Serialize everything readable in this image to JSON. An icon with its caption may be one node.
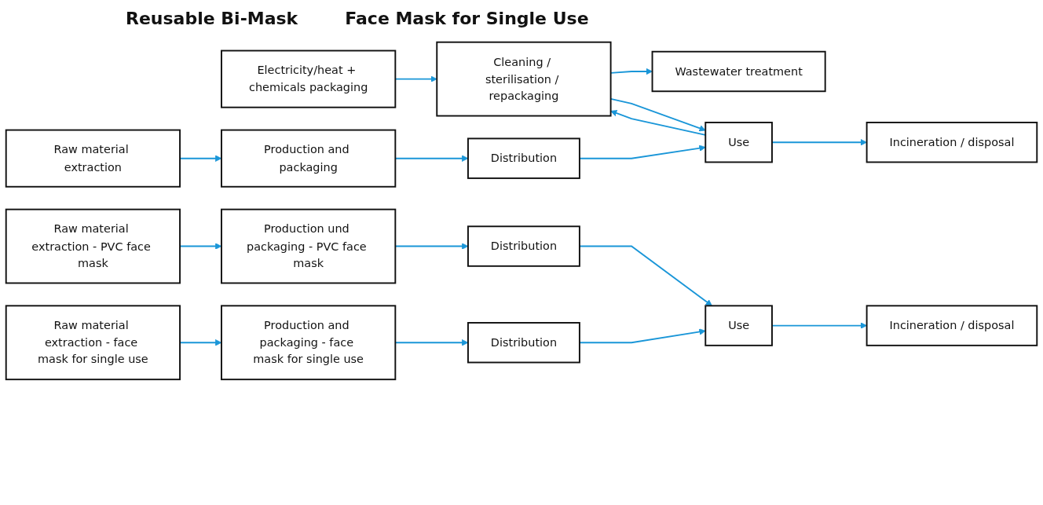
{
  "diagram": {
    "nodes": [
      {
        "text": [
          "Electricity/heat + chemicals packaging"
        ]
      },
      {
        "text": [
          "Cleaning / sterilisation / repackaging"
        ]
      },
      {
        "text": [
          "Wastewater treatment"
        ]
      },
      {
        "text": [
          "Raw material extraction"
        ]
      },
      {
        "text": [
          "Production and packaging"
        ]
      },
      {
        "text": [
          "Distribution"
        ]
      },
      {
        "text": [
          "Use"
        ]
      },
      {
        "text": [
          "Incineration / disposal"
        ]
      },
      {
        "text": [
          "Raw material extraction - PVC face mask"
        ]
      },
      {
        "text": [
          "Production und packaging - PVC face mask"
        ]
      },
      {
        "text": [
          "Distribution"
        ]
      },
      {
        "text": [
          "Use"
        ]
      },
      {
        "text": [
          "Incineration / disposal"
        ]
      },
      {
        "text": [
          "Raw material extraction - face mask for single use"
        ]
      },
      {
        "text": [
          "Production and packaging - face mask for single use"
        ]
      },
      {
        "text": [
          "Distribution"
        ]
      }
    ],
    "edges": [
      {
        "from": 0,
        "to": 1,
        "arrow": "to"
      },
      {
        "from": 1,
        "to": 2,
        "arrow": "to"
      },
      {
        "from": 1,
        "to": 6,
        "arrow": "to"
      },
      {
        "from": 6,
        "to": 1,
        "arrow": "to"
      },
      {
        "from": 3,
        "to": 4,
        "arrow": "to"
      },
      {
        "from": 4,
        "to": 5,
        "arrow": "to"
      },
      {
        "from": 5,
        "to": 6,
        "arrow": "to"
      },
      {
        "from": 6,
        "to": 7,
        "arrow": "to"
      },
      {
        "from": 8,
        "to": 9,
        "arrow": "to"
      },
      {
        "from": 9,
        "to": 10,
        "arrow": "to"
      },
      {
        "from": 10,
        "to": 11,
        "arrow": "to"
      },
      {
        "from": 11,
        "to": 12,
        "arrow": "to"
      },
      {
        "from": 13,
        "to": 14,
        "arrow": "to"
      },
      {
        "from": 14,
        "to": 15,
        "arrow": "to"
      },
      {
        "from": 15,
        "to": 11,
        "arrow": "to"
      }
    ],
    "labels": [
      "Reusable Bi-Mask",
      "Face Mask for Single Use"
    ]
  }
}
